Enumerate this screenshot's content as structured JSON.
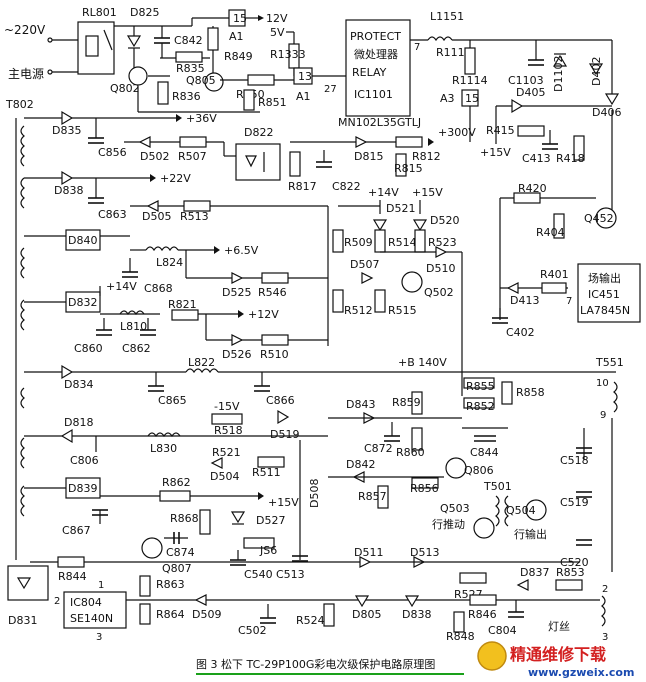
{
  "caption": "图 3  松下 TC-29P100G彩电次级保护电路原理图",
  "watermark": {
    "cn": "精通维修下载",
    "url": "www.gzweix.com"
  },
  "labels": {
    "ac_in": "~220V",
    "mains": "主电源",
    "relay": "RL801",
    "d825": "D825",
    "c842": "C842",
    "pin15a": "15",
    "a1a": "A1",
    "v12": "12V",
    "v5": "5V",
    "r835": "R835",
    "r849": "R849",
    "q805": "Q805",
    "q802": "Q802",
    "r836": "R836",
    "r850": "R850",
    "r851": "R851",
    "pin13": "13",
    "a1b": "A1",
    "r1333": "R1333",
    "pin27": "27",
    "ic1101_1": "PROTECT",
    "ic1101_2": "微处理器",
    "ic1101_3": "RELAY",
    "ic1101_4": "IC1101",
    "mn102": "MN102L35GTLJ",
    "pin7a": "7",
    "l1151": "L1151",
    "r1110": "R1110",
    "r1114": "R1114",
    "c1103": "C1103",
    "d1102": "D1102",
    "d402": "D402",
    "a3": "A3",
    "pin15b": "15",
    "d405": "D405",
    "r415": "R415",
    "d406": "D406",
    "v15b": "+15V",
    "c413": "C413",
    "r418": "R418",
    "r420": "R420",
    "q452": "Q452",
    "r404": "R404",
    "t802": "T802",
    "d835": "D835",
    "v36": "+36V",
    "c856": "C856",
    "d502": "D502",
    "r507": "R507",
    "d822": "D822",
    "v300": "+300V",
    "d815": "D815",
    "r812": "R812",
    "r817": "R817",
    "c822": "C822",
    "r815": "R815",
    "d838": "D838",
    "v22": "+22V",
    "c863": "C863",
    "d505": "D505",
    "r513": "R513",
    "v14a": "+14V",
    "v15a": "+15V",
    "d521": "D521",
    "d520": "D520",
    "r509": "R509",
    "r514": "R514",
    "r523": "R523",
    "d510": "D510",
    "d840": "D840",
    "l824": "L824",
    "v65": "+6.5V",
    "c868": "C868",
    "d525": "D525",
    "r546": "R546",
    "d507": "D507",
    "q502": "Q502",
    "r512": "R512",
    "r515": "R515",
    "d832": "D832",
    "v14b": "+14V",
    "r821": "R821",
    "l810": "L810",
    "v12b": "+12V",
    "c860": "C860",
    "c862": "C862",
    "d526": "D526",
    "r510": "R510",
    "d413": "D413",
    "r401": "R401",
    "pin7b": "7",
    "c402": "C402",
    "ic451_1": "场输出",
    "ic451_2": "IC451",
    "ic451_3": "LA7845N",
    "vb140": "+B 140V",
    "l822": "L822",
    "d834": "D834",
    "c865": "C865",
    "c866": "C866",
    "vm15": "-15V",
    "r855": "R855",
    "r852": "R852",
    "r858": "R858",
    "t551": "T551",
    "pin10": "10",
    "pin9": "9",
    "d818": "D818",
    "l830": "L830",
    "r518": "R518",
    "d519": "D519",
    "d843": "D843",
    "r859": "R859",
    "c844": "C844",
    "c872": "C872",
    "r860": "R860",
    "c806": "C806",
    "r521": "R521",
    "d504": "D504",
    "r511": "R511",
    "d508": "D508",
    "d842": "D842",
    "q806": "Q806",
    "c518": "C518",
    "r857": "R857",
    "r856": "R856",
    "t501": "T501",
    "d839": "D839",
    "r862": "R862",
    "v15c": "+15V",
    "c519": "C519",
    "q503": "Q503",
    "q503b": "行推动",
    "q504": "Q504",
    "q504b": "行输出",
    "c867": "C867",
    "r868": "R868",
    "d527": "D527",
    "c874": "C874",
    "js6": "JS6",
    "c520": "C520",
    "q807": "Q807",
    "c540": "C540",
    "c513": "C513",
    "r844": "R844",
    "d511": "D511",
    "d513": "D513",
    "r527": "R527",
    "ic804_pin1": "1",
    "ic804_pin2": "2",
    "ic804_pin3": "3",
    "ic804_1": "IC804",
    "ic804_2": "SE140N",
    "r863": "R863",
    "d837": "D837",
    "r853": "R853",
    "d831": "D831",
    "r864": "R864",
    "d509": "D509",
    "c502": "C502",
    "r524": "R524",
    "d805": "D805",
    "d838b": "D838",
    "r846": "R846",
    "c804": "C804",
    "r848": "R848",
    "filament": "灯丝",
    "pin2": "2",
    "pin3": "3"
  }
}
